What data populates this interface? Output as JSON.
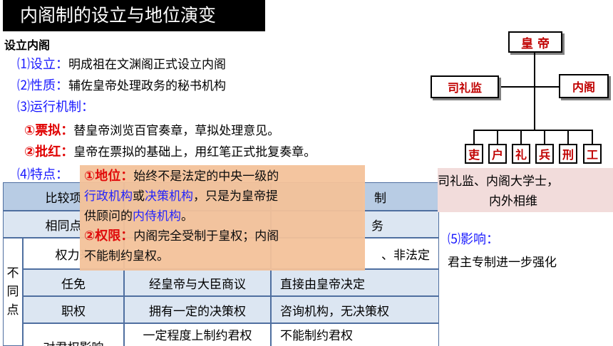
{
  "title": "内阁制的设立与地位演变",
  "left": {
    "section_heading": "设立内阁",
    "items": [
      {
        "label": "⑴设立：",
        "text": "明成祖在文渊阁正式设立内阁"
      },
      {
        "label": "⑵性质：",
        "text": "辅佐皇帝处理政务的秘书机构"
      },
      {
        "label": "⑶运行机制：",
        "text": ""
      }
    ],
    "sub_items": [
      {
        "label": "①票拟：",
        "text": "替皇帝浏览百官奏章，草拟处理意见。"
      },
      {
        "label": "②批红：",
        "text": "皇帝在票拟的基础上，用红笔正式批复奏章。"
      }
    ],
    "feature_label": "⑷特点："
  },
  "table": {
    "header": {
      "col1": "比较项",
      "col3": "制"
    },
    "rows": [
      {
        "label": "相同点",
        "c3": "务"
      },
      {
        "label": "权力来",
        "c3": "、非法定"
      },
      {
        "label": "任免",
        "c2": "经皇帝与大臣商议",
        "c3": "直接由皇帝决定"
      },
      {
        "label": "职权",
        "c2": "拥有一定的决策权",
        "c3": "咨询机构，无决策权"
      },
      {
        "label": "",
        "c2": "一定程度上制约君权",
        "c3": "不能制约君权"
      },
      {
        "label": "对君权影响",
        "c2": "",
        "c3": ""
      }
    ],
    "side_label": [
      "不",
      "同",
      "点"
    ]
  },
  "overlay": {
    "p1_label": "①地位：",
    "p1_a": "始终不是法定的中央一级的",
    "p1_b1": "行政机构",
    "p1_b2": "或",
    "p1_b3": "决策机构",
    "p1_b4": "，只是为皇帝提",
    "p1_c1": "供顾问的",
    "p1_c2": "内侍机构",
    "p1_c3": "。",
    "p2_label": "②权限：",
    "p2_a": "内阁完全受制于皇权；内阁",
    "p2_b": "不能制约皇权。"
  },
  "diagram": {
    "emperor": "皇 帝",
    "silijian": "司礼监",
    "neige": "内阁",
    "ministries": [
      "吏",
      "户",
      "礼",
      "兵",
      "刑",
      "工"
    ],
    "colors": {
      "text": "#c00000",
      "pink": "#f2dcdb"
    }
  },
  "right": {
    "note_line1": "司礼监、内阁大学士，",
    "note_line2": "内外相维",
    "influence_label": "⑸影响：",
    "influence_text": "君主专制进一步强化"
  }
}
